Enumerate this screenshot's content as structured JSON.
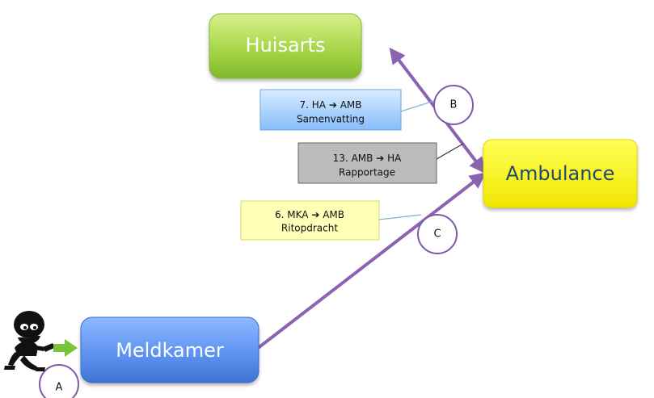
{
  "nodes": {
    "huisarts": {
      "label": "Huisarts"
    },
    "ambulance": {
      "label": "Ambulance"
    },
    "meldkamer": {
      "label": "Meldkamer"
    }
  },
  "messages": {
    "summary": {
      "line1_prefix": "7. HA",
      "line1_suffix": "AMB",
      "line2": "Samenvatting"
    },
    "report": {
      "line1_prefix": "13. AMB",
      "line1_suffix": "HA",
      "line2": "Rapportage"
    },
    "assignment": {
      "line1_prefix": "6. MKA",
      "line1_suffix": "AMB",
      "line2": "Ritopdracht"
    }
  },
  "markers": {
    "a": "A",
    "b": "B",
    "c": "C"
  },
  "arrow_glyph": "➔",
  "icons": {
    "caller": "caller-figure-icon",
    "incoming_arrow": "green-arrow-icon"
  },
  "colors": {
    "huisarts": "#9ccb3f",
    "ambulance": "#f7ee00",
    "meldkamer": "#4f86e4",
    "connector": "#8a63b3",
    "summary_note": "#8fc3fb",
    "report_note": "#bdbdbd",
    "assignment_note": "#ffffb8"
  }
}
